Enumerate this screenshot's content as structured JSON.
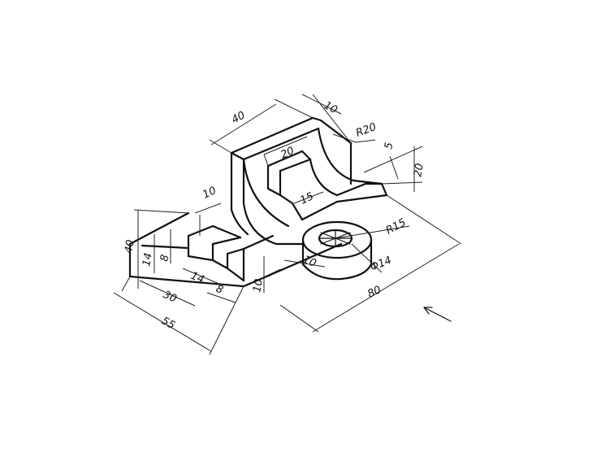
{
  "dimensions": {
    "d40_top": "40",
    "d10_top": "10",
    "r20": "R20",
    "d20_slot": "20",
    "d5": "5",
    "d20_right": "20",
    "d15": "15",
    "d10_left": "10",
    "r15": "R15",
    "d40_height": "40",
    "d14_height": "14",
    "d8_height": "8",
    "d10_mid": "10",
    "d10_front": "10",
    "d14_width": "14",
    "d8_width": "8",
    "d30": "30",
    "d55": "55",
    "phi14": "Φ14",
    "d80": "80"
  }
}
